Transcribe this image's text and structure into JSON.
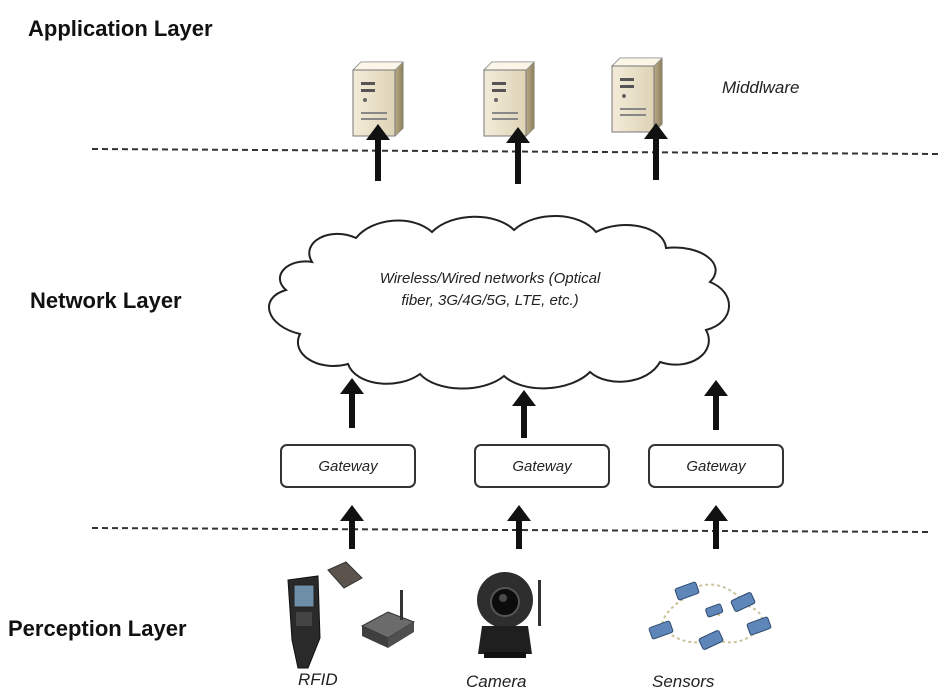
{
  "layers": {
    "application": "Application Layer",
    "network": "Network Layer",
    "perception": "Perception Layer"
  },
  "middleware_label": "Middlware",
  "cloud": {
    "line1": "Wireless/Wired networks (Optical",
    "line2": "fiber, 3G/4G/5G, LTE, etc.)"
  },
  "gateways": [
    "Gateway",
    "Gateway",
    "Gateway"
  ],
  "devices": {
    "rfid": "RFID",
    "camera": "Camera",
    "sensors": "Sensors"
  },
  "icons": [
    "server-icon",
    "cloud-icon",
    "rfid-reader-icon",
    "camera-icon",
    "sensor-network-icon",
    "arrow-up-icon"
  ]
}
